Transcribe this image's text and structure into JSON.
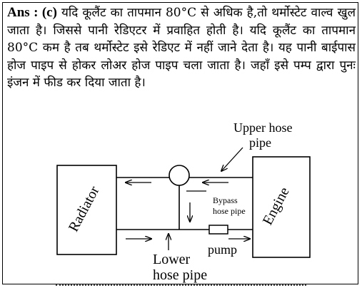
{
  "answer": {
    "lead": "Ans : (c)",
    "text": "यदि कूलैंट का तापमान 80°C से अधिक है,तो थर्मोस्टेट वाल्व खुल जाता है। जिससे पानी रेडिएटर में प्रवाहित होती है। यदि कूलैंट का तापमान 80°C कम है तब थर्मोस्टेट इसे रेडिएट में नहीं जाने देता है। यह पानी बाईपास होज पाइप से होकर लोअर होज पाइप चला जाता है। जहाँ इसे पम्प द्वारा पुनः इंजन में फीड कर दिया जाता है।"
  },
  "diagram": {
    "radiator_label": "Radiator",
    "engine_label": "Engine",
    "upper_hose_line1": "Upper hose",
    "upper_hose_line2": "pipe",
    "bypass_line1": "Bypass",
    "bypass_line2": "hose pipe",
    "pump_label": "pump",
    "lower_hose_line1": "Lower",
    "lower_hose_line2": "hose pipe"
  }
}
